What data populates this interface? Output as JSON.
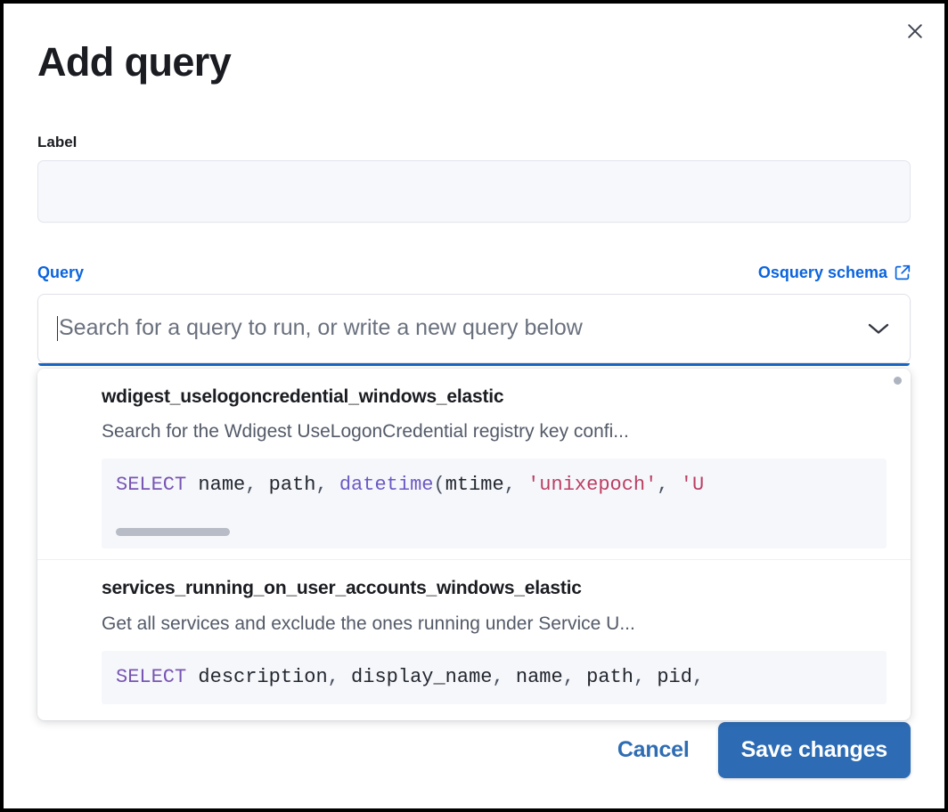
{
  "modal": {
    "title": "Add query",
    "close_icon": "close-icon"
  },
  "label_field": {
    "label": "Label",
    "value": "",
    "placeholder": ""
  },
  "query_section": {
    "label": "Query",
    "schema_link": "Osquery schema",
    "schema_link_icon": "external-link-icon",
    "combo": {
      "placeholder": "Search for a query to run, or write a new query below",
      "value": "",
      "chevron_icon": "chevron-down-icon",
      "expanded": true
    }
  },
  "dropdown": {
    "options": [
      {
        "title": "wdigest_uselogoncredential_windows_elastic",
        "description": "Search for the Wdigest UseLogonCredential registry key confi...",
        "code_tokens": [
          {
            "text": "SELECT",
            "type": "keyword"
          },
          {
            "text": " name",
            "type": "identifier"
          },
          {
            "text": ",",
            "type": "punct"
          },
          {
            "text": " path",
            "type": "identifier"
          },
          {
            "text": ",",
            "type": "punct"
          },
          {
            "text": " datetime",
            "type": "function"
          },
          {
            "text": "(",
            "type": "punct"
          },
          {
            "text": "mtime",
            "type": "identifier"
          },
          {
            "text": ",",
            "type": "punct"
          },
          {
            "text": " 'unixepoch'",
            "type": "string"
          },
          {
            "text": ",",
            "type": "punct"
          },
          {
            "text": " 'U",
            "type": "string"
          }
        ],
        "has_scrollbar": true
      },
      {
        "title": "services_running_on_user_accounts_windows_elastic",
        "description": "Get all services and exclude the ones running under Service U...",
        "code_tokens": [
          {
            "text": "SELECT",
            "type": "keyword"
          },
          {
            "text": " description",
            "type": "identifier"
          },
          {
            "text": ",",
            "type": "punct"
          },
          {
            "text": " display_name",
            "type": "identifier"
          },
          {
            "text": ",",
            "type": "punct"
          },
          {
            "text": " name",
            "type": "identifier"
          },
          {
            "text": ",",
            "type": "punct"
          },
          {
            "text": " path",
            "type": "identifier"
          },
          {
            "text": ",",
            "type": "punct"
          },
          {
            "text": " pid",
            "type": "identifier"
          },
          {
            "text": ",",
            "type": "punct"
          }
        ],
        "has_scrollbar": false
      }
    ]
  },
  "footer": {
    "cancel_label": "Cancel",
    "save_label": "Save changes"
  },
  "colors": {
    "accent_blue": "#0b64dd",
    "save_button": "#2d6cb4",
    "focus_underline": "#1a66c4",
    "keyword": "#7855b3",
    "string": "#bb3f63",
    "function": "#6b59c4"
  }
}
